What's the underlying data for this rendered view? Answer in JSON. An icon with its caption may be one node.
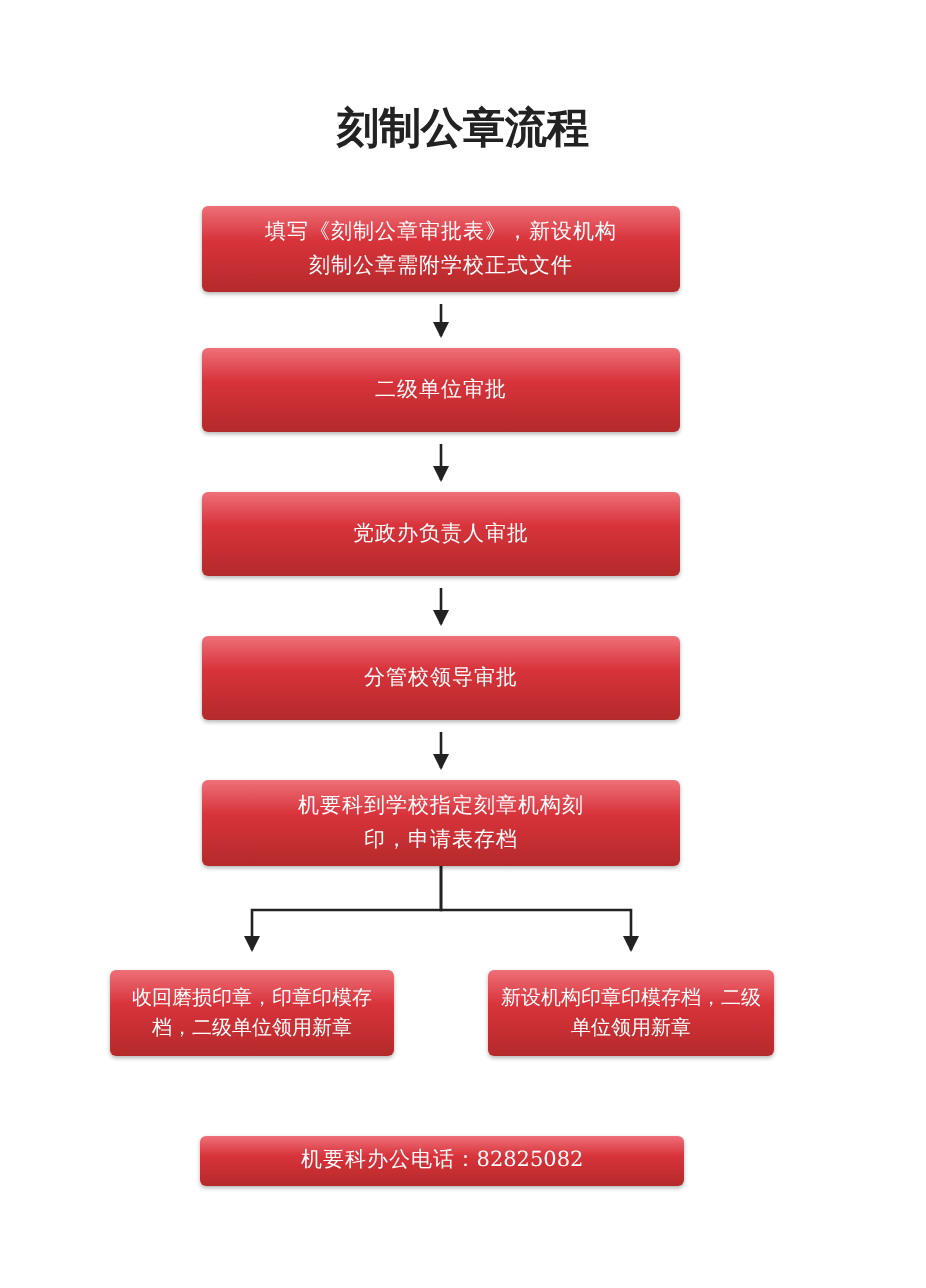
{
  "diagram": {
    "title": "刻制公章流程",
    "nodes": [
      {
        "text": [
          "填写《刻制公章审批表》，新设机构刻制公章需附学校正式文件"
        ]
      },
      {
        "text": [
          "二级单位审批"
        ]
      },
      {
        "text": [
          "党政办负责人审批"
        ]
      },
      {
        "text": [
          "分管校领导审批"
        ]
      },
      {
        "text": [
          "机要科到学校指定刻章机构刻印，申请表存档"
        ]
      },
      {
        "text": [
          "收回磨损印章，印章印模存档，二级单位领用新章"
        ]
      },
      {
        "text": [
          "新设机构印章印模存档，二级单位领用新章"
        ]
      },
      {
        "text": [
          "机要科办公电话：82825082"
        ]
      }
    ],
    "edges": [
      {
        "from": 0,
        "to": 1,
        "arrow": "to"
      },
      {
        "from": 1,
        "to": 2,
        "arrow": "to"
      },
      {
        "from": 2,
        "to": 3,
        "arrow": "to"
      },
      {
        "from": 3,
        "to": 4,
        "arrow": "to"
      },
      {
        "from": 4,
        "to": 5,
        "arrow": "to"
      },
      {
        "from": 4,
        "to": 6,
        "arrow": "to"
      }
    ]
  }
}
